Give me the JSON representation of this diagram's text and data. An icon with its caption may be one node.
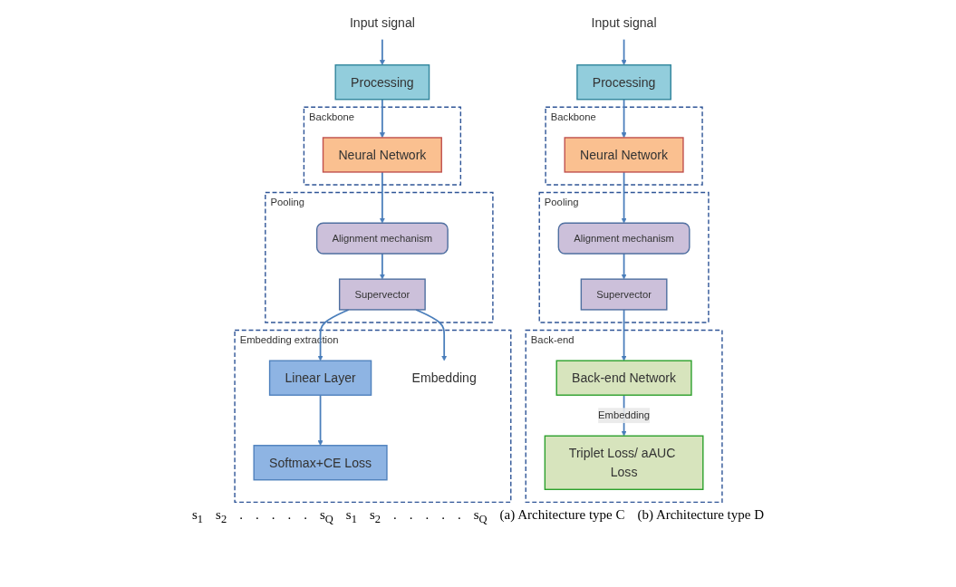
{
  "diagram": {
    "nodes": [
      {
        "text": [
          "Input signal"
        ]
      },
      {
        "text": [
          "Processing"
        ]
      },
      {
        "text": [
          "Backbone"
        ]
      },
      {
        "text": [
          "Neural Network"
        ],
        "in": 2
      },
      {
        "text": [
          "Pooling"
        ]
      },
      {
        "text": [
          "Alignment mechanism"
        ],
        "in": 4
      },
      {
        "text": [
          "Supervector"
        ],
        "in": 4
      },
      {
        "text": [
          "Embedding extraction"
        ]
      },
      {
        "text": [
          "Linear Layer"
        ],
        "in": 7
      },
      {
        "text": [
          "Softmax+CE Loss"
        ],
        "in": 7
      },
      {
        "text": [
          "Embedding"
        ],
        "in": 7
      },
      {
        "text": [
          "Input signal"
        ]
      },
      {
        "text": [
          "Processing"
        ]
      },
      {
        "text": [
          "Backbone"
        ]
      },
      {
        "text": [
          "Neural Network"
        ],
        "in": 13
      },
      {
        "text": [
          "Pooling"
        ]
      },
      {
        "text": [
          "Alignment mechanism"
        ],
        "in": 15
      },
      {
        "text": [
          "Supervector"
        ],
        "in": 15
      },
      {
        "text": [
          "Back-end"
        ]
      },
      {
        "text": [
          "Back-end Network"
        ],
        "in": 18
      },
      {
        "text": [
          "Triplet Loss/ aAUC Loss"
        ],
        "in": 18
      }
    ],
    "edges": [
      {
        "from": 0,
        "to": 1,
        "arrow": "to"
      },
      {
        "from": 1,
        "to": 3,
        "arrow": "to"
      },
      {
        "from": 3,
        "to": 5,
        "arrow": "to"
      },
      {
        "from": 5,
        "to": 6,
        "arrow": "to"
      },
      {
        "from": 6,
        "to": 8,
        "arrow": "to"
      },
      {
        "from": 6,
        "to": 10,
        "arrow": "to"
      },
      {
        "from": 8,
        "to": 9,
        "arrow": "to"
      },
      {
        "from": 11,
        "to": 12,
        "arrow": "to"
      },
      {
        "from": 12,
        "to": 14,
        "arrow": "to"
      },
      {
        "from": 14,
        "to": 16,
        "arrow": "to"
      },
      {
        "from": 16,
        "to": 17,
        "arrow": "to"
      },
      {
        "from": 17,
        "to": 19,
        "arrow": "to"
      },
      {
        "from": 19,
        "to": 20,
        "label": "Embedding",
        "arrow": "to"
      }
    ],
    "labels": [
      "s$_{1}$",
      "s$_{2}$",
      ".",
      ".",
      ".",
      ".",
      ".",
      "s$_{Q}$",
      "s$_{1}$",
      "s$_{2}$",
      ".",
      ".",
      ".",
      ".",
      ".",
      "s$_{Q}$",
      "(a) Architecture type C",
      "(b) Architecture type D"
    ]
  }
}
